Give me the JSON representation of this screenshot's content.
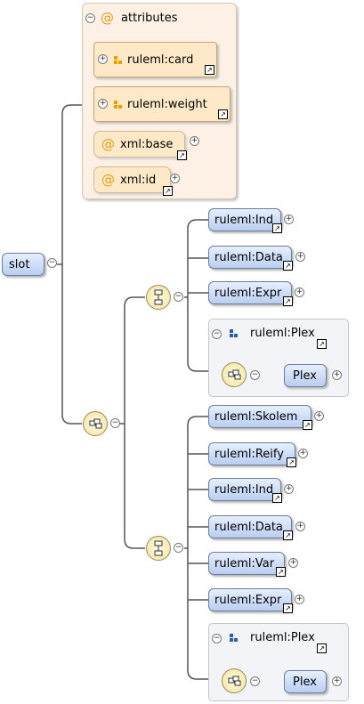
{
  "root": {
    "label": "slot"
  },
  "attributes": {
    "title": "attributes",
    "items": [
      {
        "label": "ruleml:card",
        "kind": "attribute-group"
      },
      {
        "label": "ruleml:weight",
        "kind": "attribute-group"
      },
      {
        "label": "xml:base",
        "kind": "attribute"
      },
      {
        "label": "xml:id",
        "kind": "attribute"
      }
    ]
  },
  "choice1": {
    "elements": [
      "ruleml:Ind",
      "ruleml:Data",
      "ruleml:Expr"
    ],
    "plex_group": {
      "label": "ruleml:Plex",
      "child": "Plex"
    }
  },
  "choice2": {
    "elements": [
      "ruleml:Skolem",
      "ruleml:Reify",
      "ruleml:Ind",
      "ruleml:Data",
      "ruleml:Var",
      "ruleml:Expr"
    ],
    "plex_group": {
      "label": "ruleml:Plex",
      "child": "Plex"
    }
  },
  "colors": {
    "element_fill": "#cfdcf5",
    "attribute_fill": "#fde9c8",
    "compositor_fill": "#f7edbb",
    "connector": "#555555"
  }
}
